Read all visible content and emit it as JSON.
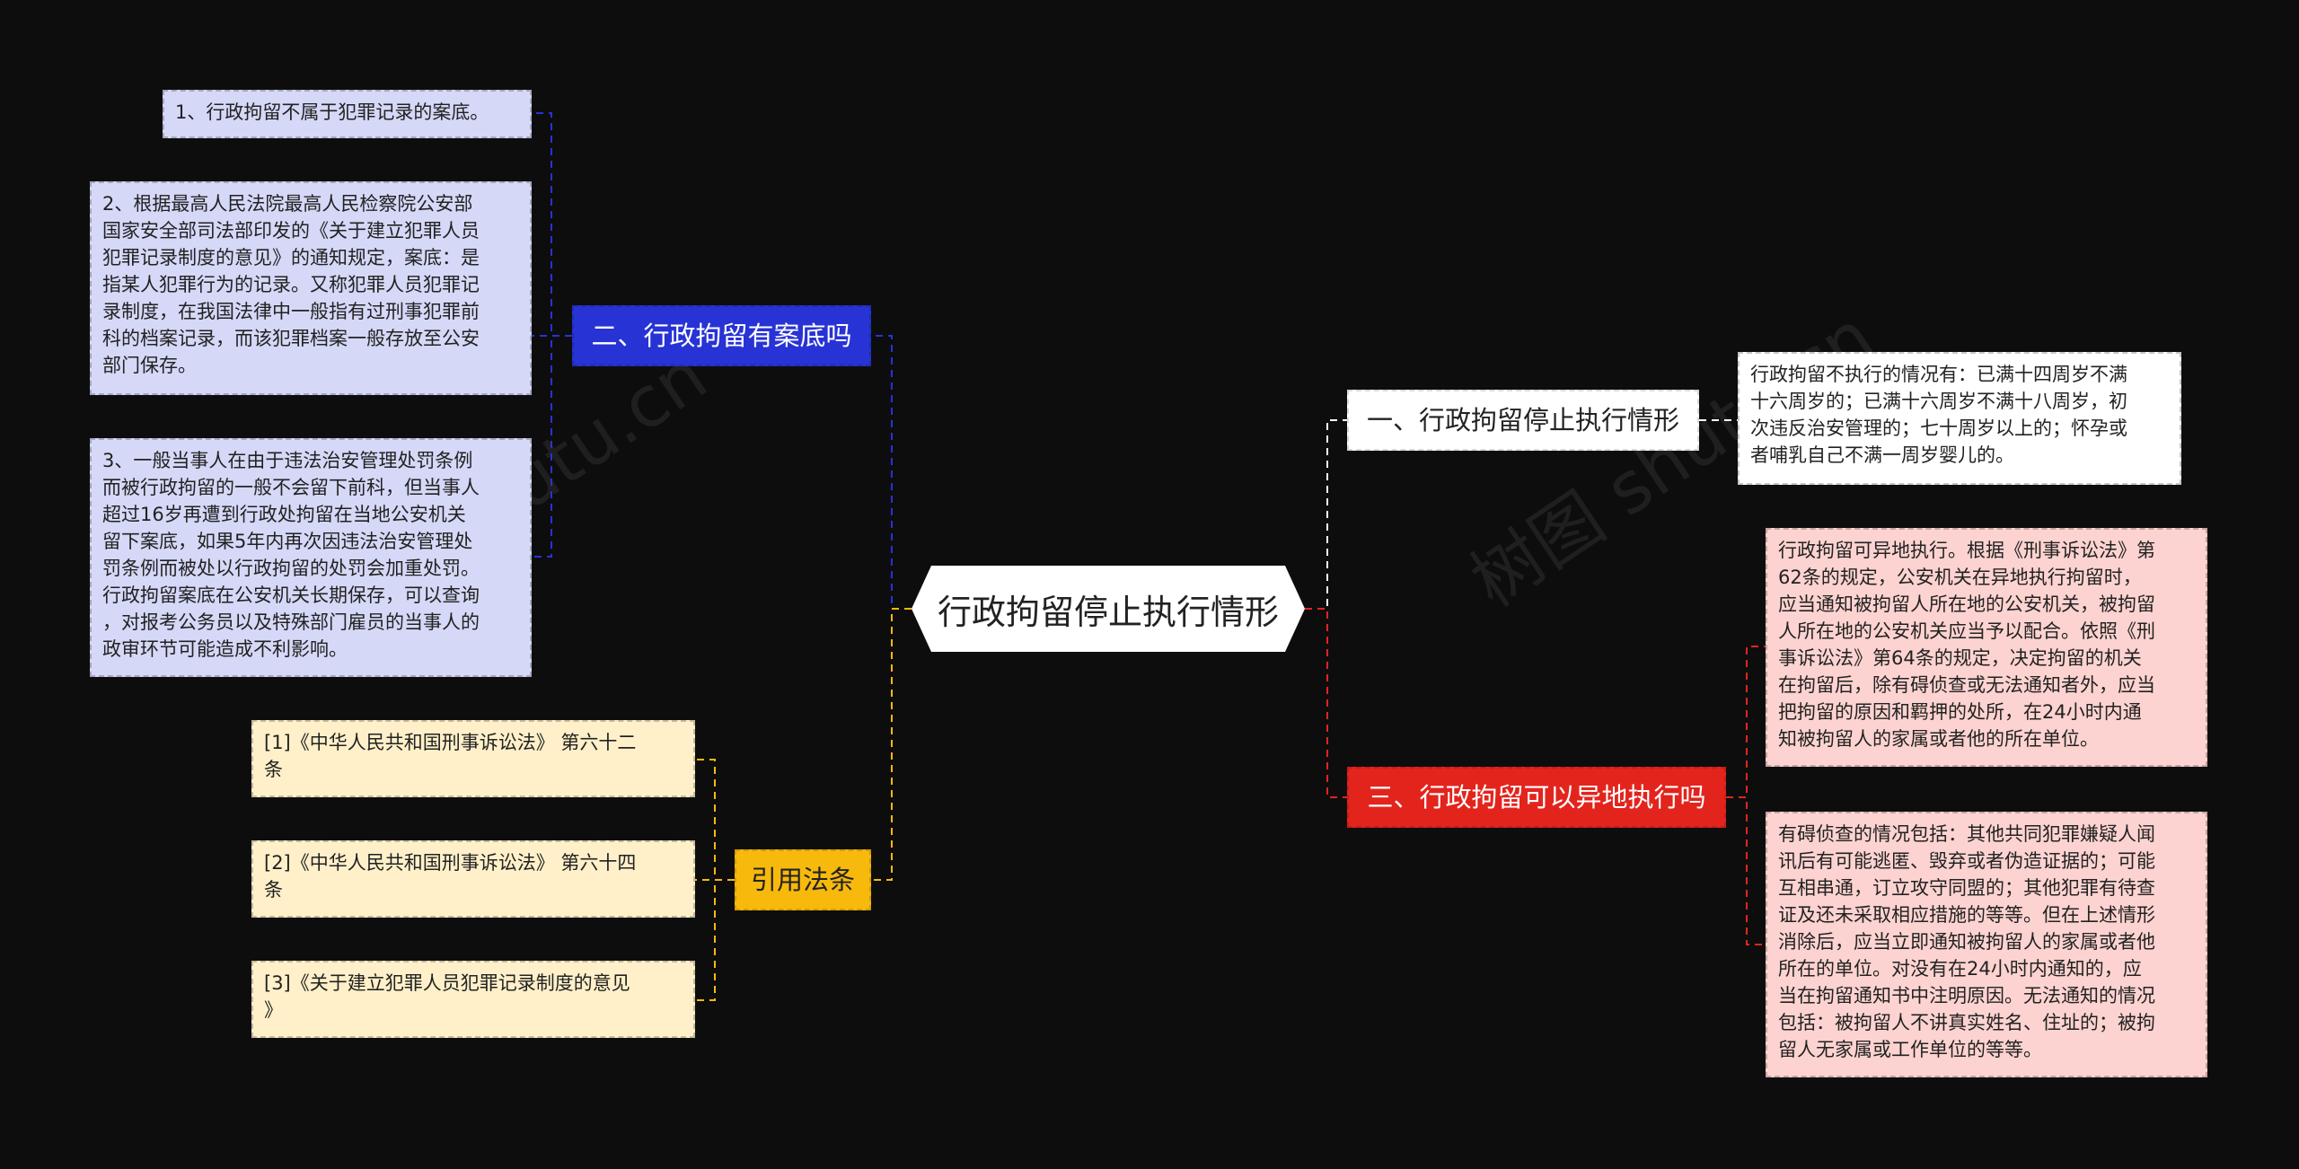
{
  "root": {
    "label": "行政拘留停止执行情形"
  },
  "branches": {
    "b2": {
      "label": "二、行政拘留有案底吗",
      "color": "#2733d4"
    },
    "b1": {
      "label": "一、行政拘留停止执行情形",
      "color": "#ffffff"
    },
    "b3": {
      "label": "三、行政拘留可以异地执行吗",
      "color": "#e3241d"
    },
    "b4": {
      "label": "引用法条",
      "color": "#f7b90b"
    }
  },
  "leaves": {
    "b2": [
      {
        "lines": [
          "1、行政拘留不属于犯罪记录的案底。"
        ]
      },
      {
        "lines": [
          "2、根据最高人民法院最高人民检察院公安部",
          "国家安全部司法部印发的《关于建立犯罪人员",
          "犯罪记录制度的意见》的通知规定，案底：是",
          "指某人犯罪行为的记录。又称犯罪人员犯罪记",
          "录制度，在我国法律中一般指有过刑事犯罪前",
          "科的档案记录，而该犯罪档案一般存放至公安",
          "部门保存。"
        ]
      },
      {
        "lines": [
          "3、一般当事人在由于违法治安管理处罚条例",
          "而被行政拘留的一般不会留下前科，但当事人",
          "超过16岁再遭到行政处拘留在当地公安机关",
          "留下案底，如果5年内再次因违法治安管理处",
          "罚条例而被处以行政拘留的处罚会加重处罚。",
          "行政拘留案底在公安机关长期保存，可以查询",
          "，对报考公务员以及特殊部门雇员的当事人的",
          "政审环节可能造成不利影响。"
        ]
      }
    ],
    "b4": [
      {
        "lines": [
          "[1]《中华人民共和国刑事诉讼法》 第六十二",
          "条"
        ]
      },
      {
        "lines": [
          "[2]《中华人民共和国刑事诉讼法》 第六十四",
          "条"
        ]
      },
      {
        "lines": [
          "[3]《关于建立犯罪人员犯罪记录制度的意见",
          "》"
        ]
      }
    ],
    "b1": [
      {
        "lines": [
          "行政拘留不执行的情况有：已满十四周岁不满",
          "十六周岁的；已满十六周岁不满十八周岁，初",
          "次违反治安管理的；七十周岁以上的；怀孕或",
          "者哺乳自己不满一周岁婴儿的。"
        ]
      }
    ],
    "b3": [
      {
        "lines": [
          "行政拘留可异地执行。根据《刑事诉讼法》第",
          "62条的规定，公安机关在异地执行拘留时，",
          "应当通知被拘留人所在地的公安机关，被拘留",
          "人所在地的公安机关应当予以配合。依照《刑",
          "事诉讼法》第64条的规定，决定拘留的机关",
          "在拘留后，除有碍侦查或无法通知者外，应当",
          "把拘留的原因和羁押的处所，在24小时内通",
          "知被拘留人的家属或者他的所在单位。"
        ]
      },
      {
        "lines": [
          "有碍侦查的情况包括：其他共同犯罪嫌疑人闻",
          "讯后有可能逃匿、毁弃或者伪造证据的；可能",
          "互相串通，订立攻守同盟的；其他犯罪有待查",
          "证及还未采取相应措施的等等。但在上述情形",
          "消除后，应当立即通知被拘留人的家属或者他",
          "所在的单位。对没有在24小时内通知的，应",
          "当在拘留通知书中注明原因。无法通知的情况",
          "包括：被拘留人不讲真实姓名、住址的；被拘",
          "留人无家属或工作单位的等等。"
        ]
      }
    ]
  }
}
